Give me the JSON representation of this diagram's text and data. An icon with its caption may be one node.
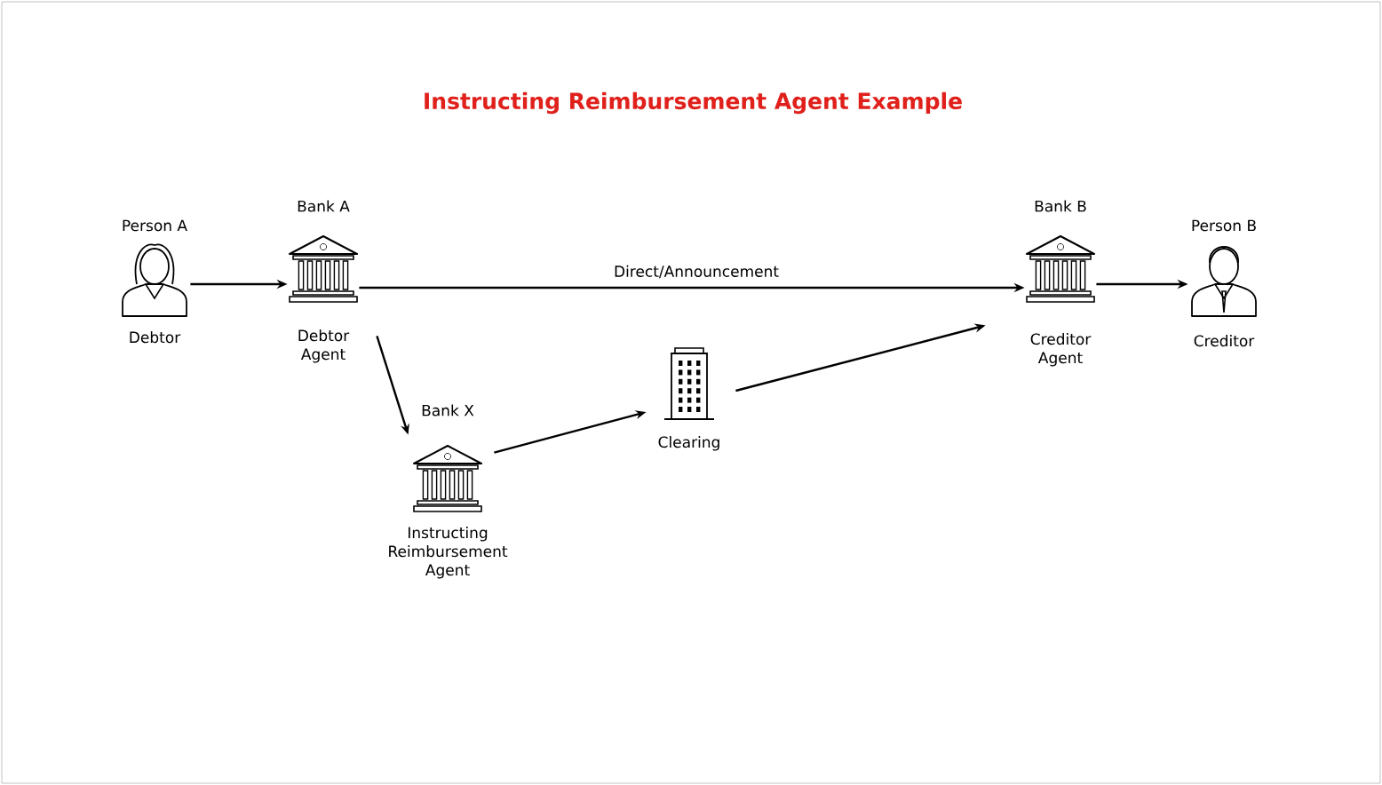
{
  "diagram": {
    "title": "Instructing Reimbursement Agent Example",
    "nodes": [
      {
        "text": [
          "Person A",
          "Debtor"
        ]
      },
      {
        "text": [
          "Bank A",
          "Debtor Agent"
        ]
      },
      {
        "text": [
          "Bank B",
          "Creditor Agent"
        ]
      },
      {
        "text": [
          "Person B",
          "Creditor"
        ]
      },
      {
        "text": [
          "Bank X",
          "Instructing Reimbursement Agent"
        ]
      },
      {
        "text": [
          "Clearing"
        ]
      }
    ],
    "edges": [
      {
        "from": 0,
        "to": 1,
        "arrow": "to"
      },
      {
        "from": 1,
        "to": 2,
        "arrow": "to",
        "label": "Direct/Announcement"
      },
      {
        "from": 2,
        "to": 3,
        "arrow": "to"
      },
      {
        "from": 1,
        "to": 4,
        "arrow": "to"
      },
      {
        "from": 4,
        "to": 5,
        "arrow": "to"
      },
      {
        "from": 5,
        "to": 2,
        "arrow": "to"
      }
    ]
  }
}
